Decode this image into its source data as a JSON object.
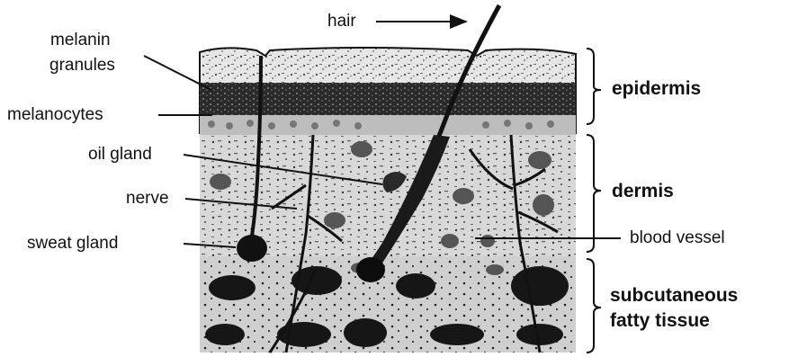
{
  "labels": {
    "hair": "hair",
    "melanin_granules_line1": "melanin",
    "melanin_granules_line2": "granules",
    "melanocytes": "melanocytes",
    "oil_gland": "oil gland",
    "nerve": "nerve",
    "sweat_gland": "sweat gland",
    "blood_vessel": "blood vessel"
  },
  "layers": {
    "epidermis": "epidermis",
    "dermis": "dermis",
    "subcutaneous_line1": "subcutaneous",
    "subcutaneous_line2": "fatty tissue"
  },
  "colors": {
    "ink": "#111111",
    "background": "#ffffff"
  }
}
